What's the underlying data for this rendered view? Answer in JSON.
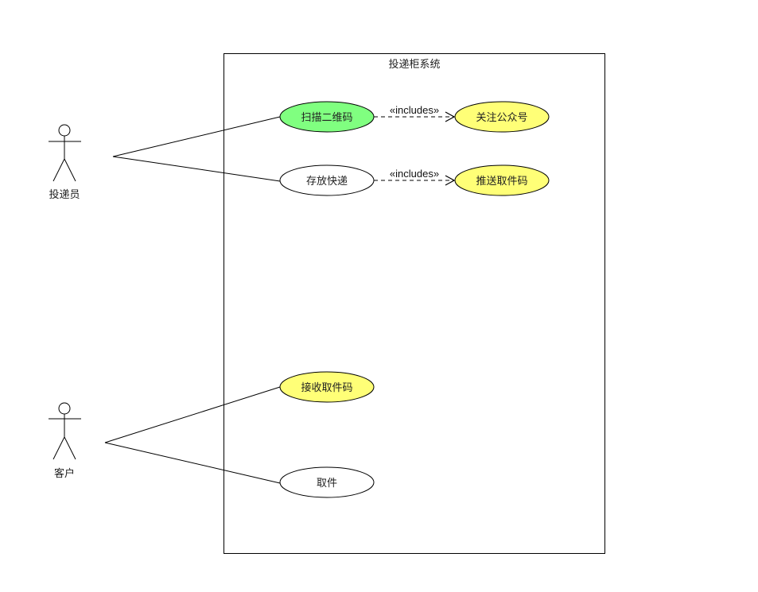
{
  "system": {
    "title": "投递柜系统"
  },
  "actors": [
    {
      "id": "courier",
      "label": "投递员"
    },
    {
      "id": "customer",
      "label": "客户"
    }
  ],
  "use_cases": [
    {
      "id": "scan",
      "label": "扫描二维码",
      "fill": "#80ff80"
    },
    {
      "id": "store",
      "label": "存放快递",
      "fill": "#ffffff"
    },
    {
      "id": "follow",
      "label": "关注公众号",
      "fill": "#ffff77"
    },
    {
      "id": "push",
      "label": "推送取件码",
      "fill": "#ffff77"
    },
    {
      "id": "receive",
      "label": "接收取件码",
      "fill": "#ffff77"
    },
    {
      "id": "pickup",
      "label": "取件",
      "fill": "#ffffff"
    }
  ],
  "relations": {
    "include_label": "«includes»",
    "associations": [
      {
        "from": "courier",
        "to": "scan"
      },
      {
        "from": "courier",
        "to": "store"
      },
      {
        "from": "customer",
        "to": "receive"
      },
      {
        "from": "customer",
        "to": "pickup"
      }
    ],
    "includes": [
      {
        "from": "scan",
        "to": "follow"
      },
      {
        "from": "store",
        "to": "push"
      }
    ]
  },
  "colors": {
    "line": "#000000",
    "scan_fill": "#80ff80",
    "highlight_fill": "#ffff77",
    "default_fill": "#ffffff"
  }
}
